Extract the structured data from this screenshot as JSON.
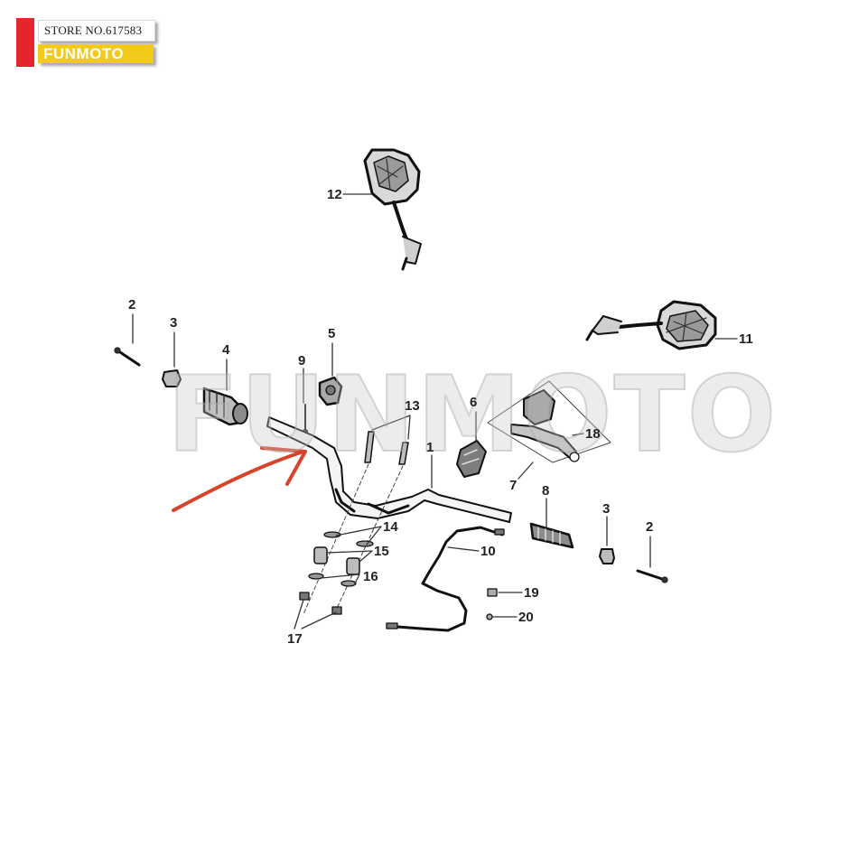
{
  "badge": {
    "store_no": "STORE NO.617583",
    "brand": "FUNMOTO"
  },
  "watermark": "FUNMOTO",
  "parts": {
    "p1": "1",
    "p2a": "2",
    "p2b": "2",
    "p3a": "3",
    "p3b": "3",
    "p4": "4",
    "p5": "5",
    "p6": "6",
    "p7": "7",
    "p8": "8",
    "p9": "9",
    "p10": "10",
    "p11": "11",
    "p12": "12",
    "p13": "13",
    "p14": "14",
    "p15": "15",
    "p16": "16",
    "p17": "17",
    "p18": "18",
    "p19": "19",
    "p20": "20"
  },
  "colors": {
    "badge_red": "#e3262c",
    "badge_yellow": "#f1ca1c",
    "arrow": "#d6452b"
  }
}
